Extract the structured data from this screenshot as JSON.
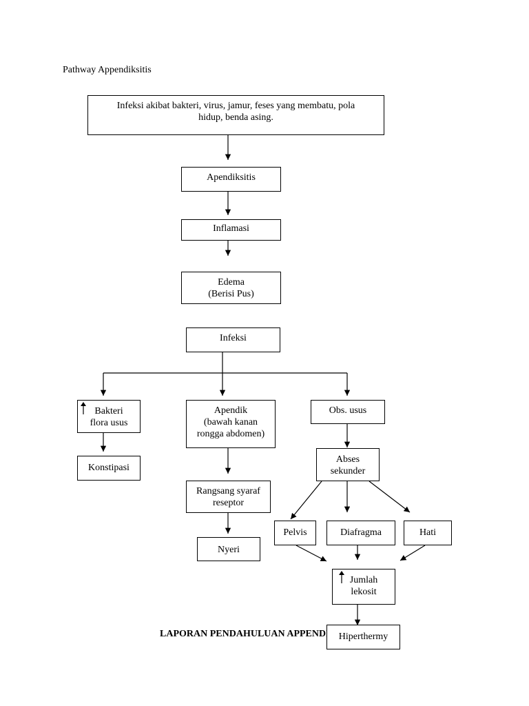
{
  "title": "Pathway Appendiksitis",
  "nodes": {
    "cause": [
      "Infeksi akibat bakteri, virus, jamur, feses yang membatu, pola",
      "hidup, benda asing."
    ],
    "apendiksitis": [
      "Apendiksitis"
    ],
    "inflamasi": [
      "Inflamasi"
    ],
    "edema": [
      "Edema",
      "(Berisi Pus)"
    ],
    "infeksi": [
      "Infeksi"
    ],
    "bakteri": [
      "Bakteri",
      "flora usus"
    ],
    "apendik": [
      "Apendik",
      "(bawah kanan",
      "rongga abdomen)"
    ],
    "obs_usus": [
      "Obs. usus"
    ],
    "konstipasi": [
      "Konstipasi"
    ],
    "rangsang": [
      "Rangsang syaraf",
      "reseptor"
    ],
    "nyeri": [
      "Nyeri"
    ],
    "abses": [
      "Abses",
      "sekunder"
    ],
    "pelvis": [
      "Pelvis"
    ],
    "diafragma": [
      "Diafragma"
    ],
    "hati": [
      "Hati"
    ],
    "jumlah_lekosit": [
      "Jumlah",
      "lekosit"
    ],
    "hiperthermy": [
      "Hiperthermy"
    ]
  },
  "footer_title": "LAPORAN PENDAHULUAN APPENDIKSITIS",
  "colors": {
    "line": "#000000",
    "background": "#ffffff"
  }
}
